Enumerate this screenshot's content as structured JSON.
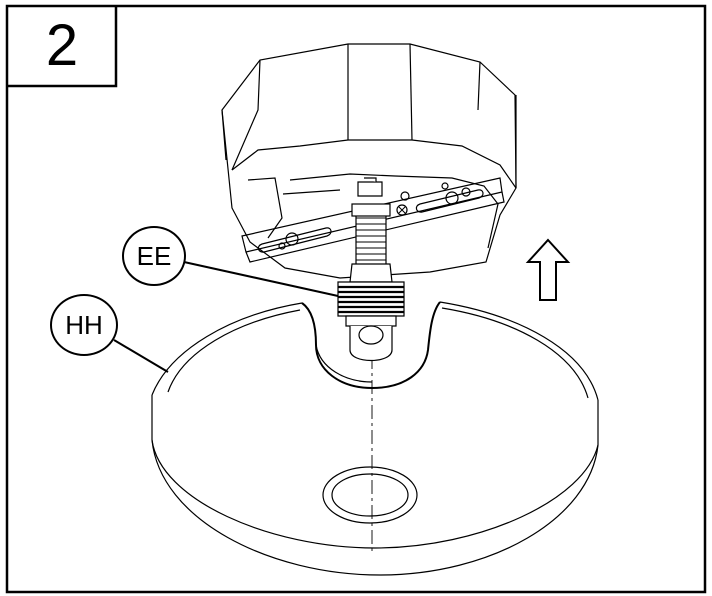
{
  "step": {
    "number": "2"
  },
  "callouts": {
    "ee": {
      "label": "EE"
    },
    "hh": {
      "label": "HH"
    }
  },
  "direction_arrow": {
    "icon": "up-arrow-icon",
    "meaning": "up"
  },
  "colors": {
    "line": "#000000",
    "background": "#ffffff"
  }
}
